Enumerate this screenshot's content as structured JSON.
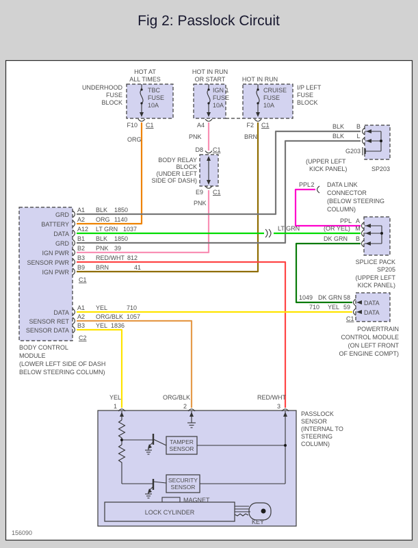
{
  "title": "Fig 2: Passlock Circuit",
  "figure_number": "156090",
  "colors": {
    "org": "#EE8200",
    "pnk": "#F98FB4",
    "brn": "#8F6D00",
    "blk": "#767676",
    "lt_grn": "#00DC00",
    "dk_grn": "#077A07",
    "ppl": "#FF00CC",
    "yel": "#FFE400",
    "org_blk": "#E59A4A",
    "red_wht": "#FF4545",
    "box_fill": "#D3D3F0",
    "white": "#FFFFFF"
  },
  "fuse_underhood": {
    "hot1": "HOT AT",
    "hot2": "ALL TIMES",
    "block1": "UNDERHOOD",
    "block2": "FUSE",
    "block3": "BLOCK",
    "fuse1": "TBC",
    "fuse2": "FUSE",
    "fuse3": "10A",
    "pin": "F10",
    "conn": "C1",
    "wire": "ORG"
  },
  "fuse_ign1": {
    "hot1": "HOT IN RUN",
    "hot2": "OR START",
    "fuse1": "IGN 1",
    "fuse2": "FUSE",
    "fuse3": "10A",
    "pin": "A4",
    "wire": "PNK"
  },
  "fuse_cruise": {
    "hot1": "HOT IN RUN",
    "block1": "I/P LEFT",
    "block2": "FUSE",
    "block3": "BLOCK",
    "fuse1": "CRUISE",
    "fuse2": "FUSE",
    "fuse3": "10A",
    "pin": "F2",
    "conn": "C1",
    "wire": "BRN"
  },
  "body_relay": {
    "l1": "BODY RELAY",
    "l2": "BLOCK",
    "l3": "(UNDER LEFT",
    "l4": "SIDE OF DASH)",
    "pin_top": "D8",
    "conn_top": "C1",
    "pin_bot": "E9",
    "conn_bot": "C1",
    "wire": "PNK"
  },
  "sp203": {
    "wire1": "BLK",
    "pin1": "B",
    "wire2": "BLK",
    "pin2": "L",
    "ground": "G203",
    "loc1": "(UPPER LEFT",
    "loc2": "KICK PANEL)",
    "name": "SP203"
  },
  "dlc": {
    "wire": "PPL",
    "pin": "2",
    "l1": "DATA LINK",
    "l2": "CONNECTOR",
    "l3": "(BELOW STEERING",
    "l4": "COLUMN)"
  },
  "sp205": {
    "wire_a": "PPL",
    "pin_a": "A",
    "wire_m1": "LT GRN",
    "wire_m2": "(OR YEL)",
    "pin_m": "M",
    "wire_b": "DK GRN",
    "pin_b": "B",
    "l1": "SPLICE PACK",
    "l2": "SP205",
    "l3": "(UPPER LEFT",
    "l4": "KICK PANEL)"
  },
  "pcm": {
    "r1_num": "1049",
    "r1_color": "DK GRN",
    "r1_pin": "58",
    "r1_name": "DATA",
    "r2_num": "710",
    "r2_color": "YEL",
    "r2_pin": "59",
    "r2_name": "DATA",
    "conn": "C1",
    "l1": "POWERTRAIN",
    "l2": "CONTROL MODULE",
    "l3": "(ON LEFT FRONT",
    "l4": "OF ENGINE COMPT)"
  },
  "bcm": {
    "c1_rows": [
      {
        "pin": "A1",
        "name": "GRD",
        "color": "BLK",
        "circuit": "1850"
      },
      {
        "pin": "A2",
        "name": "BATTERY",
        "color": "ORG",
        "circuit": "1140"
      },
      {
        "pin": "A12",
        "name": "DATA",
        "color": "LT GRN",
        "circuit": "1037"
      },
      {
        "pin": "B1",
        "name": "GRD",
        "color": "BLK",
        "circuit": "1850"
      },
      {
        "pin": "B2",
        "name": "IGN PWR",
        "color": "PNK",
        "circuit": "39"
      },
      {
        "pin": "B3",
        "name": "SENSOR PWR",
        "color": "RED/WHT",
        "circuit": "812"
      },
      {
        "pin": "B9",
        "name": "IGN PWR",
        "color": "BRN",
        "circuit": "41"
      }
    ],
    "conn1": "C1",
    "c2_rows": [
      {
        "pin": "A1",
        "name": "DATA",
        "color": "YEL",
        "circuit": "710"
      },
      {
        "pin": "A2",
        "name": "SENSOR RET",
        "color": "ORG/BLK",
        "circuit": "1057"
      },
      {
        "pin": "B3",
        "name": "SENSOR DATA",
        "color": "YEL",
        "circuit": "1836"
      }
    ],
    "conn2": "C2",
    "l1": "BODY CONTROL",
    "l2": "MODULE",
    "l3": "(LOWER LEFT SIDE OF DASH",
    "l4": "BELOW STEERING COLUMN)"
  },
  "passlock": {
    "pin1": "1",
    "wire1": "YEL",
    "pin2": "2",
    "wire2": "ORG/BLK",
    "pin3": "3",
    "wire3": "RED/WHT",
    "l1": "PASSLOCK",
    "l2": "SENSOR",
    "l3": "(INTERNAL TO",
    "l4": "STEERING",
    "l5": "COLUMN)",
    "tamper1": "TAMPER",
    "tamper2": "SENSOR",
    "security1": "SECURITY",
    "security2": "SENSOR",
    "magnet": "MAGNET",
    "lock_cylinder": "LOCK CYLINDER",
    "key": "KEY"
  }
}
